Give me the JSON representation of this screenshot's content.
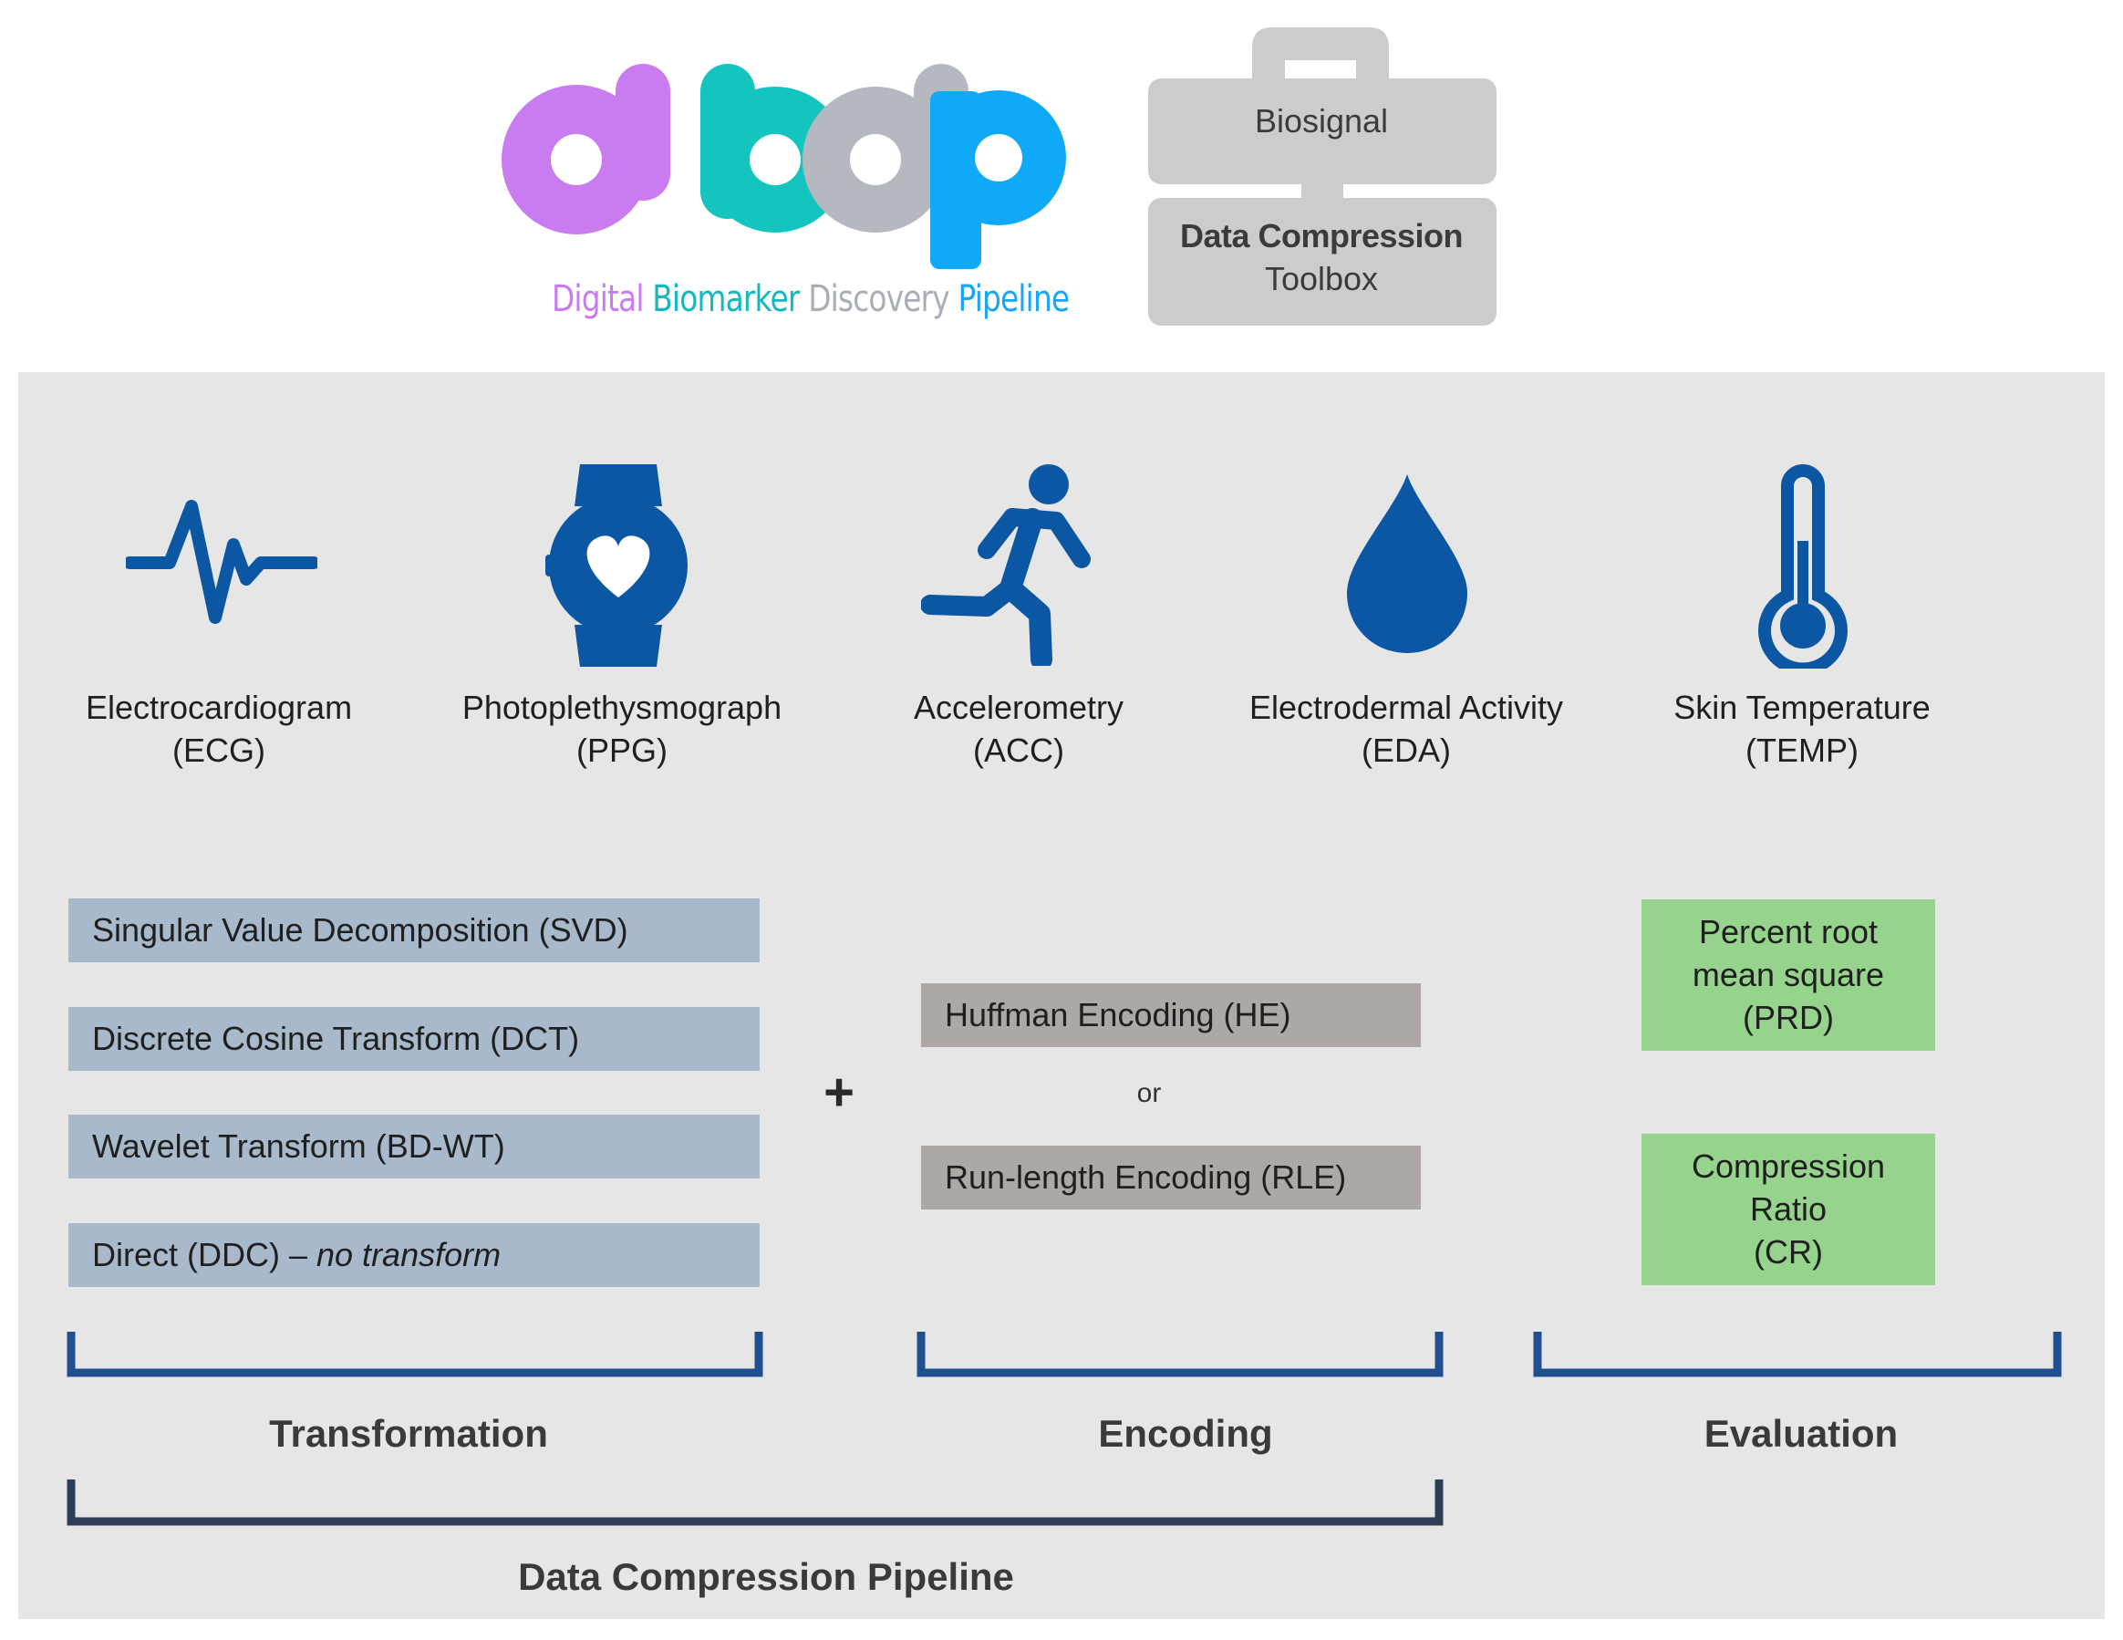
{
  "header": {
    "logo_text": "dbdp",
    "tagline": {
      "part1": "Digital",
      "part2": "Biomarker",
      "part3": "Discovery",
      "part4": "Pipeline"
    },
    "toolbox": {
      "top_label": "Biosignal",
      "title": "Data Compression",
      "subtitle": "Toolbox"
    }
  },
  "colors": {
    "logo_d1": "#c87cf0",
    "logo_b": "#14c4be",
    "logo_d2": "#b5b8bf",
    "logo_p": "#10a9f7",
    "icon_blue": "#0b57a4",
    "transform_box": "#a8b9cc",
    "encoding_box": "#ada8a5",
    "evaluation_box": "#96d38c",
    "bracket_blue": "#1f4f8f",
    "bracket_dark": "#2e3d56",
    "panel_bg": "#e6e6e7"
  },
  "signals": [
    {
      "icon": "ecg-waveform-icon",
      "name": "Electrocardiogram",
      "abbr": "(ECG)"
    },
    {
      "icon": "smartwatch-heart-icon",
      "name": "Photoplethysmograph",
      "abbr": "(PPG)"
    },
    {
      "icon": "running-person-icon",
      "name": "Accelerometry",
      "abbr": "(ACC)"
    },
    {
      "icon": "water-drop-icon",
      "name": "Electrodermal Activity",
      "abbr": "(EDA)"
    },
    {
      "icon": "thermometer-icon",
      "name": "Skin Temperature",
      "abbr": "(TEMP)"
    }
  ],
  "transformation": {
    "methods": [
      "Singular Value Decomposition (SVD)",
      "Discrete Cosine Transform (DCT)",
      "Wavelet Transform (BD-WT)"
    ],
    "direct": {
      "prefix": "Direct (DDC) – ",
      "italic": "no transform"
    },
    "label": "Transformation"
  },
  "plus_symbol": "+",
  "encoding": {
    "methods": [
      "Huffman Encoding (HE)",
      "Run-length Encoding (RLE)"
    ],
    "or_text": "or",
    "label": "Encoding"
  },
  "evaluation": {
    "metrics": [
      {
        "line1": "Percent root",
        "line2": "mean square",
        "line3": "(PRD)"
      },
      {
        "line1": "Compression",
        "line2": "Ratio",
        "line3": "(CR)"
      }
    ],
    "label": "Evaluation"
  },
  "pipeline_label": "Data Compression Pipeline"
}
